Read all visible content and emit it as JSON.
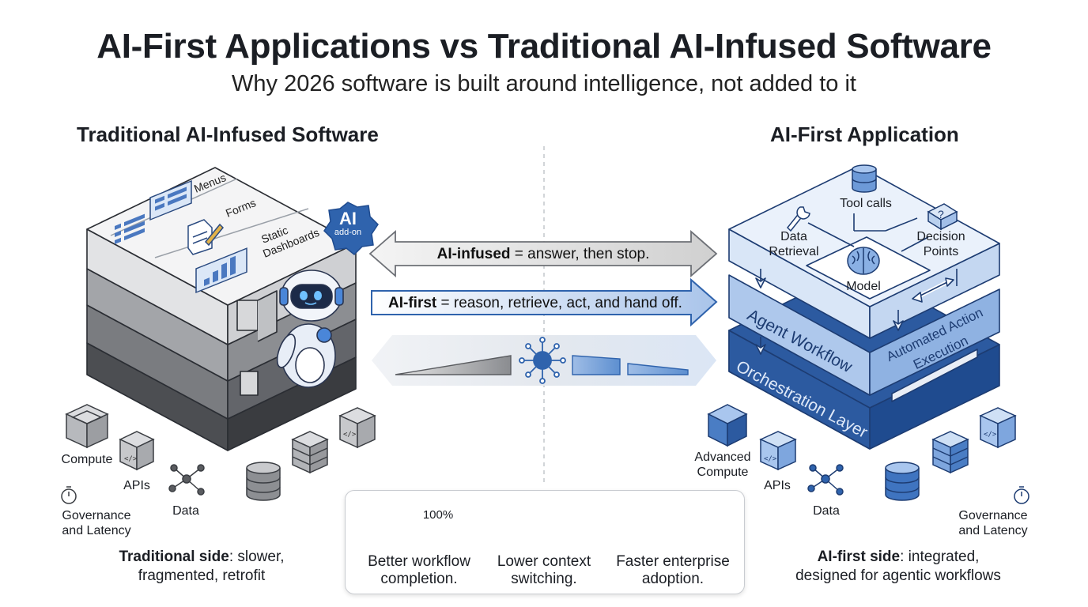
{
  "header": {
    "title": "AI-First Applications vs Traditional AI-Infused Software",
    "subtitle": "Why 2026 software is built around intelligence, not added to it"
  },
  "left": {
    "heading": "Traditional AI-Infused Software",
    "top_labels": {
      "menus": "Menus",
      "forms": "Forms",
      "dashboards_line1": "Static",
      "dashboards_line2": "Dashboards"
    },
    "badge": {
      "line1": "AI",
      "line2": "add-on"
    },
    "infra": {
      "compute": "Compute",
      "apis": "APIs",
      "data": "Data",
      "governance_line1": "Governance",
      "governance_line2": "and Latency"
    },
    "caption": {
      "bold": "Traditional side",
      "rest_line1": ": slower,",
      "line2": "fragmented, retrofit"
    }
  },
  "middle": {
    "arrow1": {
      "bold": "AI-infused",
      "rest": " = answer, then stop."
    },
    "arrow2": {
      "bold": "AI-first",
      "rest": " = reason, retrieve, act, and hand off."
    }
  },
  "right": {
    "heading": "AI-First Application",
    "top_labels": {
      "tool_calls": "Tool calls",
      "data_retrieval_line1": "Data",
      "data_retrieval_line2": "Retrieval",
      "decision_line1": "Decision",
      "decision_line2": "Points",
      "model": "Model"
    },
    "layers": {
      "agent_workflow": "Agent Workflow",
      "automated_line1": "Automated Action",
      "automated_line2": "Execution",
      "orchestration": "Orchestration Layer"
    },
    "infra": {
      "compute_line1": "Advanced",
      "compute_line2": "Compute",
      "apis": "APIs",
      "data": "Data",
      "governance_line1": "Governance",
      "governance_line2": "and Latency"
    },
    "caption": {
      "bold": "AI-first side",
      "rest_line1": ": integrated,",
      "line2": "designed for agentic workflows"
    }
  },
  "benefits": {
    "progress_label": "100%",
    "progress_value": 1.0,
    "items": [
      {
        "line1": "Better workflow",
        "line2": "completion."
      },
      {
        "line1": "Lower context",
        "line2": "switching."
      },
      {
        "line1": "Faster enterprise",
        "line2": "adoption."
      }
    ]
  },
  "colors": {
    "accent_blue": "#2f63ad",
    "dark_blue": "#1f4b8f",
    "light_blue": "#cfe0f5",
    "gray_dark": "#5b5d60",
    "check_green": "#2fae5b"
  }
}
